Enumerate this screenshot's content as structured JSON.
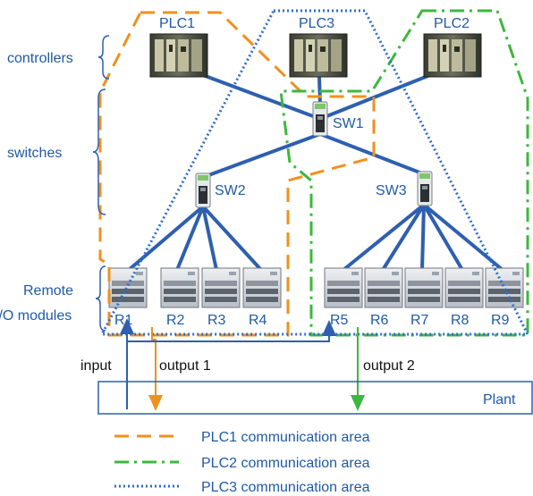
{
  "category_labels": {
    "controllers": "controllers",
    "switches": "switches",
    "remote_line1": "Remote",
    "remote_line2": "I/O modules"
  },
  "controllers": [
    {
      "id": "plc1",
      "label": "PLC1"
    },
    {
      "id": "plc3",
      "label": "PLC3"
    },
    {
      "id": "plc2",
      "label": "PLC2"
    }
  ],
  "switches": [
    {
      "id": "sw1",
      "label": "SW1"
    },
    {
      "id": "sw2",
      "label": "SW2"
    },
    {
      "id": "sw3",
      "label": "SW3"
    }
  ],
  "remote_io": [
    "R1",
    "R2",
    "R3",
    "R4",
    "R5",
    "R6",
    "R7",
    "R8",
    "R9"
  ],
  "signals": {
    "input": "input",
    "output1": "output 1",
    "output2": "output 2"
  },
  "plant": "Plant",
  "legend": [
    {
      "style": "dashed",
      "color": "#f0901e",
      "label": "PLC1 communication area"
    },
    {
      "style": "dashdot",
      "color": "#3cb83c",
      "label": "PLC2 communication area"
    },
    {
      "style": "dotted",
      "color": "#2f6ec8",
      "label": "PLC3 communication area"
    }
  ],
  "colors": {
    "link": "#2e5fb0",
    "text_blue": "#1f5aa6",
    "plc1_area": "#f0901e",
    "plc2_area": "#3cb83c",
    "plc3_area": "#2f6ec8"
  }
}
